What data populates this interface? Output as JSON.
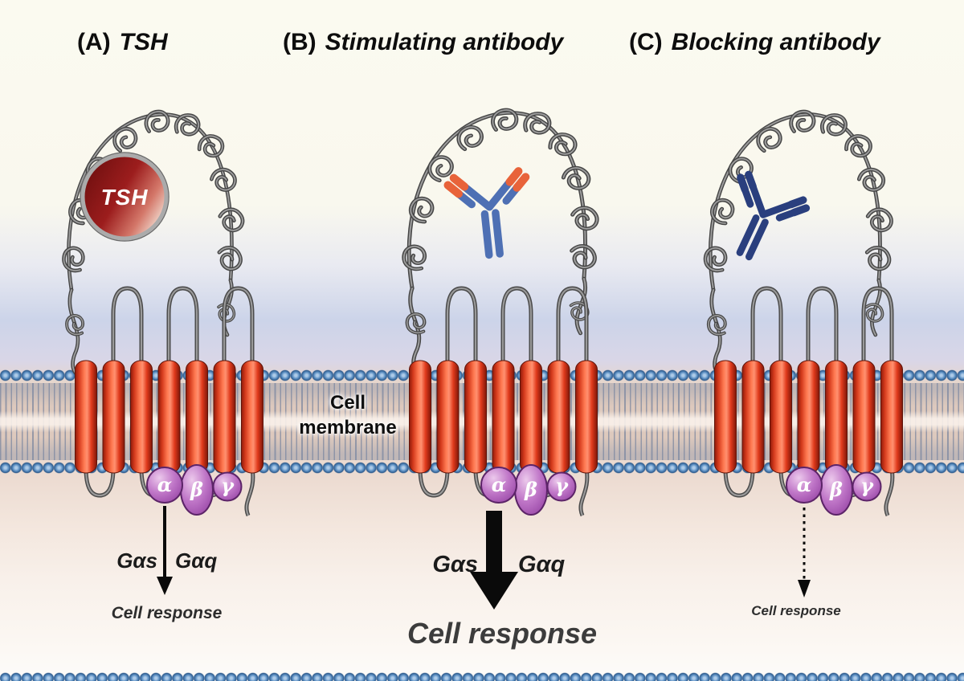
{
  "figure": {
    "panels": [
      {
        "tag": "(A)",
        "title": "TSH",
        "ligand_label": "TSH",
        "g_alpha_s": "Gαs",
        "g_alpha_q": "Gαq",
        "cell_response": "Cell response",
        "arrow_style": "thin solid"
      },
      {
        "tag": "(B)",
        "title": "Stimulating antibody",
        "g_alpha_s": "Gαs",
        "g_alpha_q": "Gαq",
        "cell_response": "Cell response",
        "arrow_style": "thick solid"
      },
      {
        "tag": "(C)",
        "title": "Blocking antibody",
        "cell_response": "Cell response",
        "arrow_style": "dotted"
      }
    ],
    "membrane_label": {
      "line1": "Cell",
      "line2": "membrane"
    },
    "g_protein_subunits": {
      "alpha": "α",
      "beta": "β",
      "gamma": "γ"
    },
    "colors": {
      "tm_helix_red": "#e0401f",
      "membrane_head_blue": "#4a7ab2",
      "g_protein_purple": "#a855b0",
      "stimulating_antibody_blue": "#4e70b4",
      "antibody_tip_orange": "#e8633a",
      "blocking_antibody_navy": "#2a3f7e",
      "tsh_sphere_maroon": "#8c1616",
      "receptor_gray": "#8a8a8a"
    }
  }
}
